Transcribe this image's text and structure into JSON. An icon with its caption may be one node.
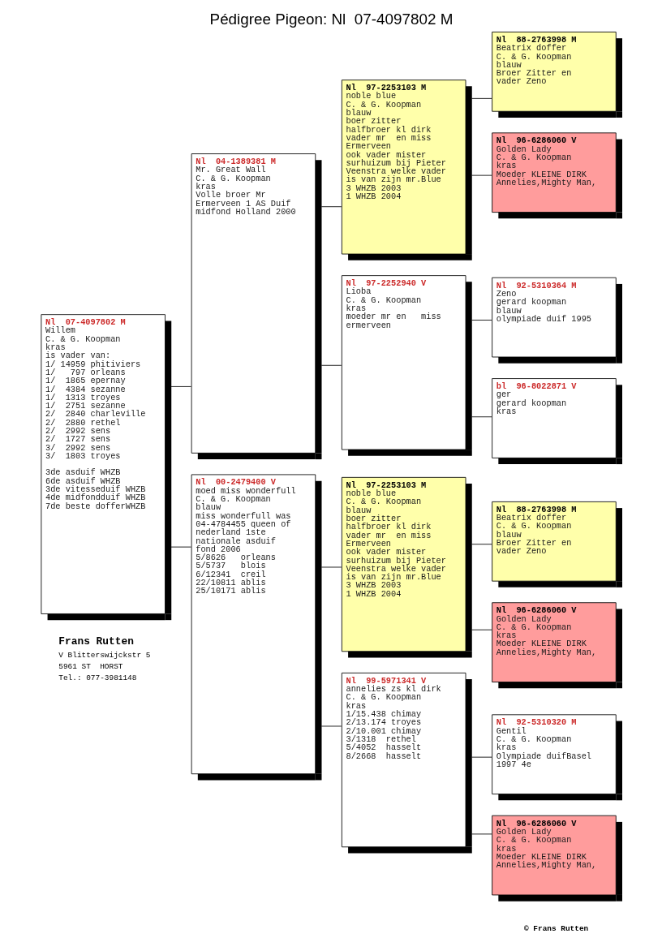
{
  "diagram": {
    "title": "Pédigree Pigeon: Nl  07-4097802 M",
    "nodes": [
      {
        "text": [
          "Nl  07-4097802 M",
          "Willem",
          "C. & G. Koopman",
          "kras",
          "is vader van:",
          "1/ 14959 phitiviers",
          "1/   797 orleans",
          "1/  1865 epernay",
          "1/  4384 sezanne",
          "1/  1313 troyes",
          "1/  2751 sezanne",
          "2/  2840 charleville",
          "2/  2880 rethel",
          "2/  2992 sens",
          "2/  1727 sens",
          "3/  2992 sens",
          "3/  1803 troyes",
          "3de asduif WHZB",
          "6de asduif WHZB",
          "3de vitesseduif WHZB",
          "4de midfondduif WHZB",
          "7de beste dofferWHZB"
        ]
      },
      {
        "text": [
          "Nl  04-1389381 M",
          "Mr. Great Wall",
          "C. & G. Koopman",
          "kras",
          "Volle broer Mr",
          "Ermerveen 1 AS Duif",
          "midfond Holland 2000"
        ]
      },
      {
        "text": [
          "Nl  00-2479400 V",
          "moed miss wonderfull",
          "C. & G. Koopman",
          "blauw",
          "miss wonderfull was",
          "04-4784455 queen of",
          "nederland 1ste",
          "nationale asduif",
          "fond 2006",
          "5/8626   orleans",
          "5/5737   blois",
          "6/12341  creil",
          "22/10811 ablis",
          "25/10171 ablis"
        ]
      },
      {
        "text": [
          "Nl  97-2253103 M",
          "noble blue",
          "C. & G. Koopman",
          "blauw",
          "boer zitter",
          "halfbroer kl dirk",
          "vader mr  en miss",
          "Ermerveen",
          "ook vader mister",
          "surhuizum bij Pieter",
          "Veenstra welke vader",
          "is van zijn mr.Blue",
          "3 WHZB 2003",
          "1 WHZB 2004"
        ]
      },
      {
        "text": [
          "Nl  97-2252940 V",
          "Lioba",
          "C. & G. Koopman",
          "kras",
          "moeder mr en   miss",
          "ermerveen"
        ]
      },
      {
        "text": [
          "Nl  97-2253103 M",
          "noble blue",
          "C. & G. Koopman",
          "blauw",
          "boer zitter",
          "halfbroer kl dirk",
          "vader mr  en miss",
          "Ermerveen",
          "ook vader mister",
          "surhuizum bij Pieter",
          "Veenstra welke vader",
          "is van zijn mr.Blue",
          "3 WHZB 2003",
          "1 WHZB 2004"
        ]
      },
      {
        "text": [
          "Nl  99-5971341 V",
          "annelies zs kl dirk",
          "C. & G. Koopman",
          "kras",
          "1/15.438 chimay",
          "2/13.174 troyes",
          "2/10.001 chimay",
          "3/1318  rethel",
          "5/4052  hasselt",
          "8/2668  hasselt"
        ]
      },
      {
        "text": [
          "Nl  88-2763998 M",
          "Beatrix doffer",
          "C. & G. Koopman",
          "blauw",
          "Broer Zitter en",
          "vader Zeno"
        ]
      },
      {
        "text": [
          "Nl  96-6286060 V",
          "Golden Lady",
          "C. & G. Koopman",
          "kras",
          "Moeder KLEINE DIRK",
          "Annelies,Mighty Man,"
        ]
      },
      {
        "text": [
          "Nl  92-5310364 M",
          "Zeno",
          "gerard koopman",
          "blauw",
          "olympiade duif 1995"
        ]
      },
      {
        "text": [
          "bl  96-8022871 V",
          "ger",
          "gerard koopman",
          "kras"
        ]
      },
      {
        "text": [
          "Nl  88-2763998 M",
          "Beatrix doffer",
          "C. & G. Koopman",
          "blauw",
          "Broer Zitter en",
          "vader Zeno"
        ]
      },
      {
        "text": [
          "Nl  96-6286060 V",
          "Golden Lady",
          "C. & G. Koopman",
          "kras",
          "Moeder KLEINE DIRK",
          "Annelies,Mighty Man,"
        ]
      },
      {
        "text": [
          "Nl  92-5310320 M",
          "Gentil",
          "C. & G. Koopman",
          "kras",
          "Olympiade duifBasel",
          "1997 4e"
        ]
      },
      {
        "text": [
          "Nl  96-6286060 V",
          "Golden Lady",
          "C. & G. Koopman",
          "kras",
          "Moeder KLEINE DIRK",
          "Annelies,Mighty Man,"
        ]
      }
    ],
    "edges": [
      {
        "from": 0,
        "to": 1,
        "arrow": "none"
      },
      {
        "from": 0,
        "to": 2,
        "arrow": "none"
      },
      {
        "from": 1,
        "to": 3,
        "arrow": "none"
      },
      {
        "from": 1,
        "to": 4,
        "arrow": "none"
      },
      {
        "from": 2,
        "to": 5,
        "arrow": "none"
      },
      {
        "from": 2,
        "to": 6,
        "arrow": "none"
      },
      {
        "from": 3,
        "to": 7,
        "arrow": "none"
      },
      {
        "from": 3,
        "to": 8,
        "arrow": "none"
      },
      {
        "from": 4,
        "to": 9,
        "arrow": "none"
      },
      {
        "from": 4,
        "to": 10,
        "arrow": "none"
      },
      {
        "from": 5,
        "to": 11,
        "arrow": "none"
      },
      {
        "from": 5,
        "to": 12,
        "arrow": "none"
      },
      {
        "from": 6,
        "to": 13,
        "arrow": "none"
      },
      {
        "from": 6,
        "to": 14,
        "arrow": "none"
      }
    ],
    "labels": [
      "Frans Rutten",
      "V Blitterswijckstr 5",
      "5961 ST  HORST",
      "Tel.: 077-3981148",
      "© Frans Rutten"
    ]
  }
}
